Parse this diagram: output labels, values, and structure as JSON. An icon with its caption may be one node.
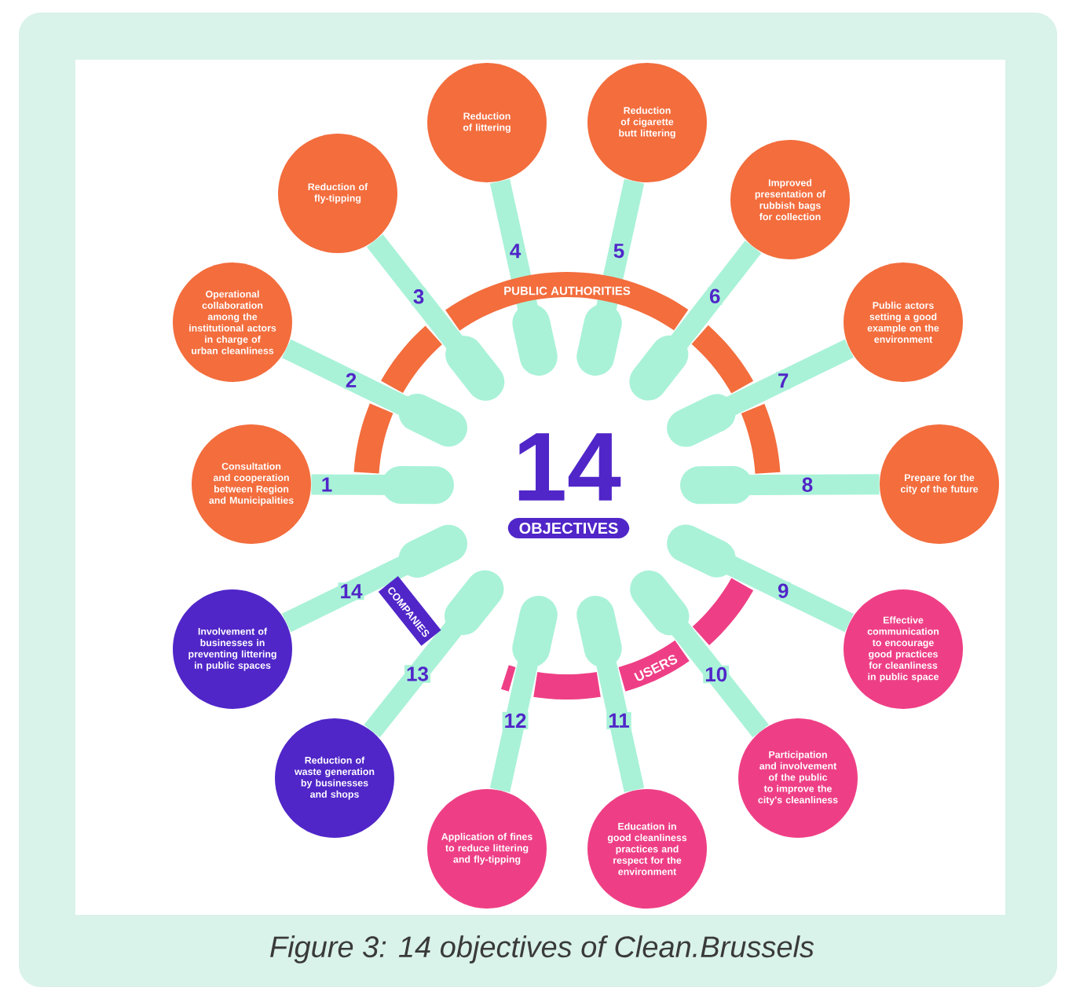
{
  "diagram": {
    "caption": "Figure 3: 14 objectives of Clean.Brussels",
    "nodes": [
      {
        "text": [
          "14",
          "OBJECTIVES"
        ]
      },
      {
        "text": [
          "Consultation and cooperation between Region and Municipalities"
        ]
      },
      {
        "text": [
          "Operational collaboration among the institutional actors in charge of urban cleanliness"
        ]
      },
      {
        "text": [
          "Reduction of fly-tipping"
        ]
      },
      {
        "text": [
          "Reduction of littering"
        ]
      },
      {
        "text": [
          "Reduction of cigarette butt littering"
        ]
      },
      {
        "text": [
          "Improved presentation of rubbish bags for collection"
        ]
      },
      {
        "text": [
          "Public actors setting a good example on the environment"
        ]
      },
      {
        "text": [
          "Prepare for the city of the future"
        ]
      },
      {
        "text": [
          "Effective communication to encourage good practices for cleanliness in public space"
        ]
      },
      {
        "text": [
          "Participation and involvement of the public to improve the city's cleanliness"
        ]
      },
      {
        "text": [
          "Education in good cleanliness practices and respect for the environment"
        ]
      },
      {
        "text": [
          "Application of fines to reduce littering and fly-tipping"
        ]
      },
      {
        "text": [
          "Reduction of waste generation by businesses and shops"
        ]
      },
      {
        "text": [
          "Involvement of businesses in preventing littering in public spaces"
        ]
      }
    ],
    "labels": [
      "PUBLIC AUTHORITIES",
      "COMPANIES",
      "USERS"
    ],
    "edges": [
      {
        "from": 0,
        "to": 1,
        "arrow": "none",
        "label": "1"
      },
      {
        "from": 0,
        "to": 2,
        "arrow": "none",
        "label": "2"
      },
      {
        "from": 0,
        "to": 3,
        "arrow": "none",
        "label": "3"
      },
      {
        "from": 0,
        "to": 4,
        "arrow": "none",
        "label": "4"
      },
      {
        "from": 0,
        "to": 5,
        "arrow": "none",
        "label": "5"
      },
      {
        "from": 0,
        "to": 6,
        "arrow": "none",
        "label": "6"
      },
      {
        "from": 0,
        "to": 7,
        "arrow": "none",
        "label": "7"
      },
      {
        "from": 0,
        "to": 8,
        "arrow": "none",
        "label": "8"
      },
      {
        "from": 0,
        "to": 9,
        "arrow": "none",
        "label": "9"
      },
      {
        "from": 0,
        "to": 10,
        "arrow": "none",
        "label": "10"
      },
      {
        "from": 0,
        "to": 11,
        "arrow": "none",
        "label": "11"
      },
      {
        "from": 0,
        "to": 12,
        "arrow": "none",
        "label": "12"
      },
      {
        "from": 0,
        "to": 13,
        "arrow": "none",
        "label": "13"
      },
      {
        "from": 0,
        "to": 14,
        "arrow": "none",
        "label": "14"
      }
    ]
  }
}
